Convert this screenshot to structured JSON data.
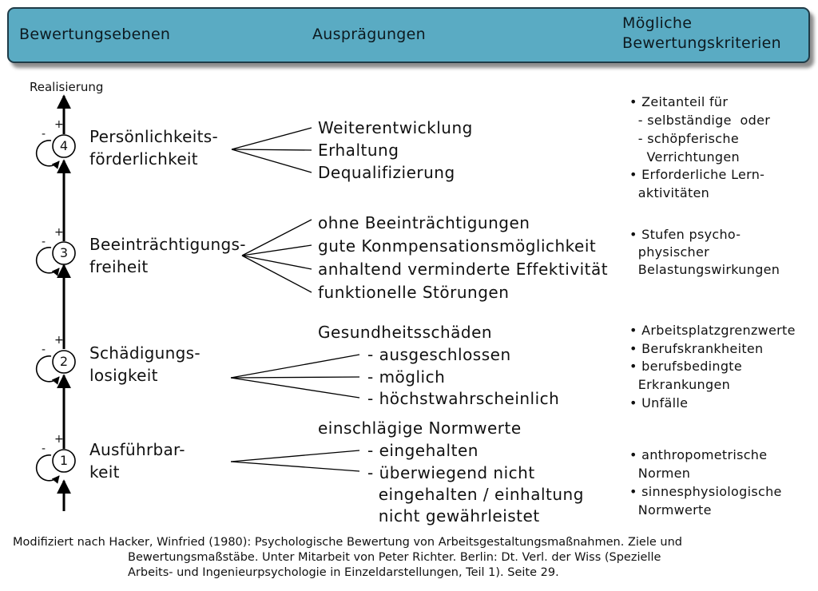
{
  "header": {
    "col1": "Bewertungsebenen",
    "col2": "Ausprägungen",
    "col3_line1": "Mögliche",
    "col3_line2": "Bewertungskriterien"
  },
  "axis_label": "Realisierung",
  "signs": {
    "minus": "-",
    "plus": "+"
  },
  "levels": [
    {
      "number": "4",
      "line1": "Persönlichkeits-",
      "line2": "förderlichkeit",
      "options": [
        "Weiterentwicklung",
        "Erhaltung",
        "Dequalifizierung"
      ],
      "criteria": [
        "• Zeitanteil für",
        "  - selbständige  oder",
        "  - schöpferische",
        "    Verrichtungen",
        "• Erforderliche Lern-",
        "  aktivitäten"
      ]
    },
    {
      "number": "3",
      "line1": "Beeinträchtigungs-",
      "line2": "freiheit",
      "options": [
        "ohne Beeinträchtigungen",
        "gute Konmpensationsmöglichkeit",
        "anhaltend verminderte Effektivität",
        "funktionelle Störungen"
      ],
      "criteria": [
        "• Stufen psycho-",
        "  physischer",
        "  Belastungswirkungen"
      ]
    },
    {
      "number": "2",
      "line1": "Schädigungs-",
      "line2": "losigkeit",
      "heading": "Gesundheitsschäden",
      "options": [
        "- ausgeschlossen",
        "- möglich",
        "- höchstwahrscheinlich"
      ],
      "criteria": [
        "• Arbeitsplatzgrenzwerte",
        "• Berufskrankheiten",
        "• berufsbedingte",
        "  Erkrankungen",
        "• Unfälle"
      ]
    },
    {
      "number": "1",
      "line1": "Ausführbar-",
      "line2": "keit",
      "heading": "einschlägige Normwerte",
      "options": [
        "- eingehalten",
        "- überwiegend nicht",
        "  eingehalten / einhaltung",
        "  nicht gewährleistet"
      ],
      "criteria": [
        "• anthropometrische",
        "  Normen",
        "• sinnesphysiologische",
        "  Normwerte"
      ]
    }
  ],
  "citation": {
    "line1": "Modifiziert nach Hacker, Winfried (1980): Psychologische Bewertung von Arbeitsgestaltungsmaßnahmen. Ziele und",
    "line2": "Bewertungsmaßstäbe. Unter Mitarbeit von Peter Richter. Berlin: Dt. Verl. der Wiss (Spezielle",
    "line3": "Arbeits- und Ingenieurpsychologie in Einzeldarstellungen, Teil 1). Seite 29."
  }
}
